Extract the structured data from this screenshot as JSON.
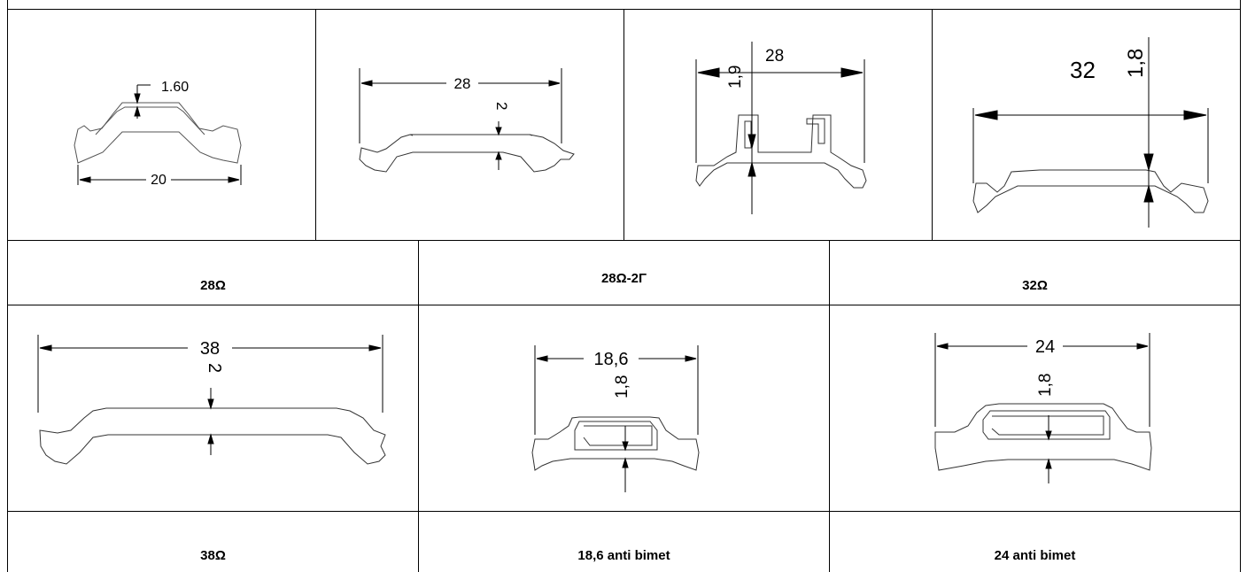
{
  "row1": {
    "d1": {
      "thickness": "1.60",
      "width": "20"
    },
    "d2": {
      "width": "28",
      "thickness": "2"
    },
    "d3": {
      "thickness": "1,9",
      "width": "28"
    },
    "d4": {
      "width": "32",
      "thickness": "1,8"
    }
  },
  "labels": {
    "r2c1": "28Ω",
    "r2c2": "28Ω-2Γ",
    "r2c3": "32Ω",
    "r4c1": "38Ω",
    "r4c2": "18,6 anti bimet",
    "r4c3": "24 anti bimet"
  },
  "row3": {
    "d5": {
      "width": "38",
      "thickness": "2"
    },
    "d6": {
      "width": "18,6",
      "thickness": "1,8"
    },
    "d7": {
      "width": "24",
      "thickness": "1,8"
    }
  }
}
